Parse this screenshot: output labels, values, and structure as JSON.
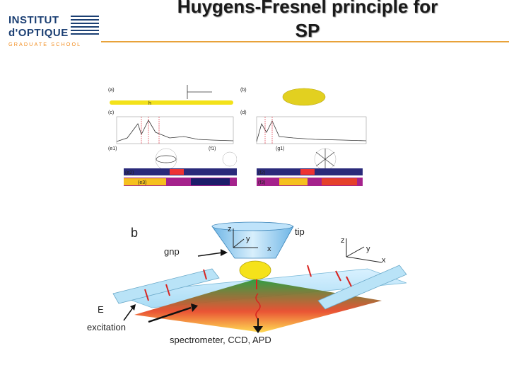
{
  "logo": {
    "line1": "INSTITUT",
    "line2": "d'OPTIQUE",
    "line3": "GRADUATE SCHOOL",
    "brand_color": "#1b3f73",
    "accent_color": "#f28c1e"
  },
  "slide": {
    "title_line1": "Huygens-Fresnel principle for",
    "title_line2": "SP",
    "rule_color": "#e8a23a"
  },
  "figure_top": {
    "labels": {
      "a": "(a)",
      "b": "(b)",
      "c": "(c)",
      "d": "(d)",
      "e1": "(e1)",
      "f1": "(f1)",
      "g1": "(g1)",
      "e2": "(e2)",
      "f2": "(f2)",
      "e3": "(e3)",
      "f3": "(f3)"
    }
  },
  "figure_bottom": {
    "panel_label": "b",
    "tip_label": "tip",
    "gnp_label": "gnp",
    "e_label": "E",
    "excitation_label": "excitation",
    "detector_label": "spectrometer, CCD, APD",
    "axis_z": "z",
    "axis_y": "y",
    "axis_x": "x"
  }
}
